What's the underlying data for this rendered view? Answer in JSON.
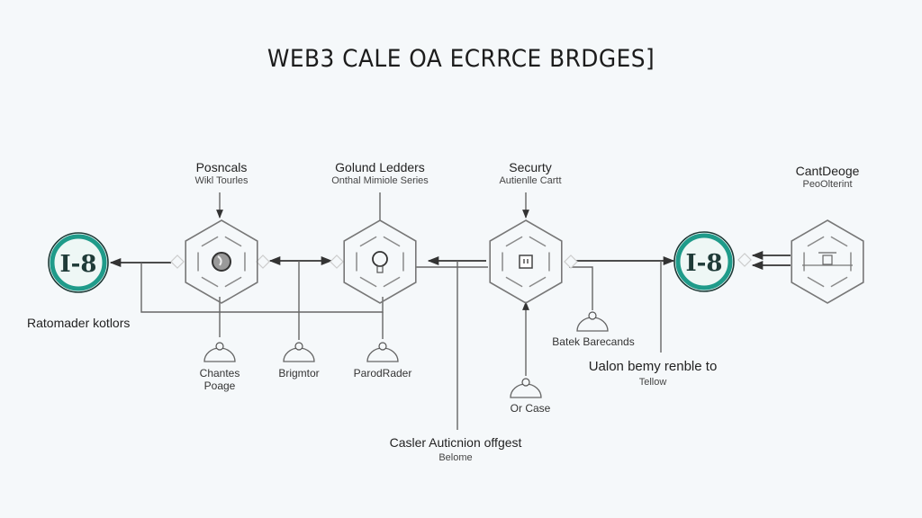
{
  "title": "WEB3 CALE OA ECRRCE BRDGES]",
  "colors": {
    "background": "#f5f8fa",
    "accent_teal": "#1f9b8a",
    "line": "#666666"
  },
  "endpoints": [
    {
      "id": "left",
      "label": "I-8",
      "icon": "badge-circle-icon"
    },
    {
      "id": "right",
      "label": "I-8",
      "icon": "badge-circle-icon"
    }
  ],
  "hex_nodes": [
    {
      "id": "hex1",
      "title": "Posncals",
      "subtitle": "Wikl Tourles",
      "icon": "globe-icon"
    },
    {
      "id": "hex2",
      "title": "Golund Ledders",
      "subtitle": "Onthal Mimiole Series",
      "icon": "lightbulb-icon"
    },
    {
      "id": "hex3",
      "title": "Securty",
      "subtitle": "Autienlle Cartt",
      "icon": "chip-icon"
    },
    {
      "id": "hex4",
      "title": "CantDeoge",
      "subtitle": "PeoOlterint",
      "icon": "drone-icon"
    }
  ],
  "bell_nodes": [
    {
      "id": "b1",
      "label": "Chantes",
      "sublabel": "Poage"
    },
    {
      "id": "b2",
      "label": "Brigmtor",
      "sublabel": ""
    },
    {
      "id": "b3",
      "label": "ParodRader",
      "sublabel": ""
    },
    {
      "id": "b4",
      "label": "Batek Barecands",
      "sublabel": ""
    },
    {
      "id": "b5",
      "label": "Or Case",
      "sublabel": ""
    }
  ],
  "annotations": {
    "left_note": "Ratomader kotlors",
    "right_note_title": "Ualon bemy renble to",
    "right_note_sub": "Tellow",
    "bottom_note_title": "Casler Auticnion offgest",
    "bottom_note_sub": "Belome"
  }
}
